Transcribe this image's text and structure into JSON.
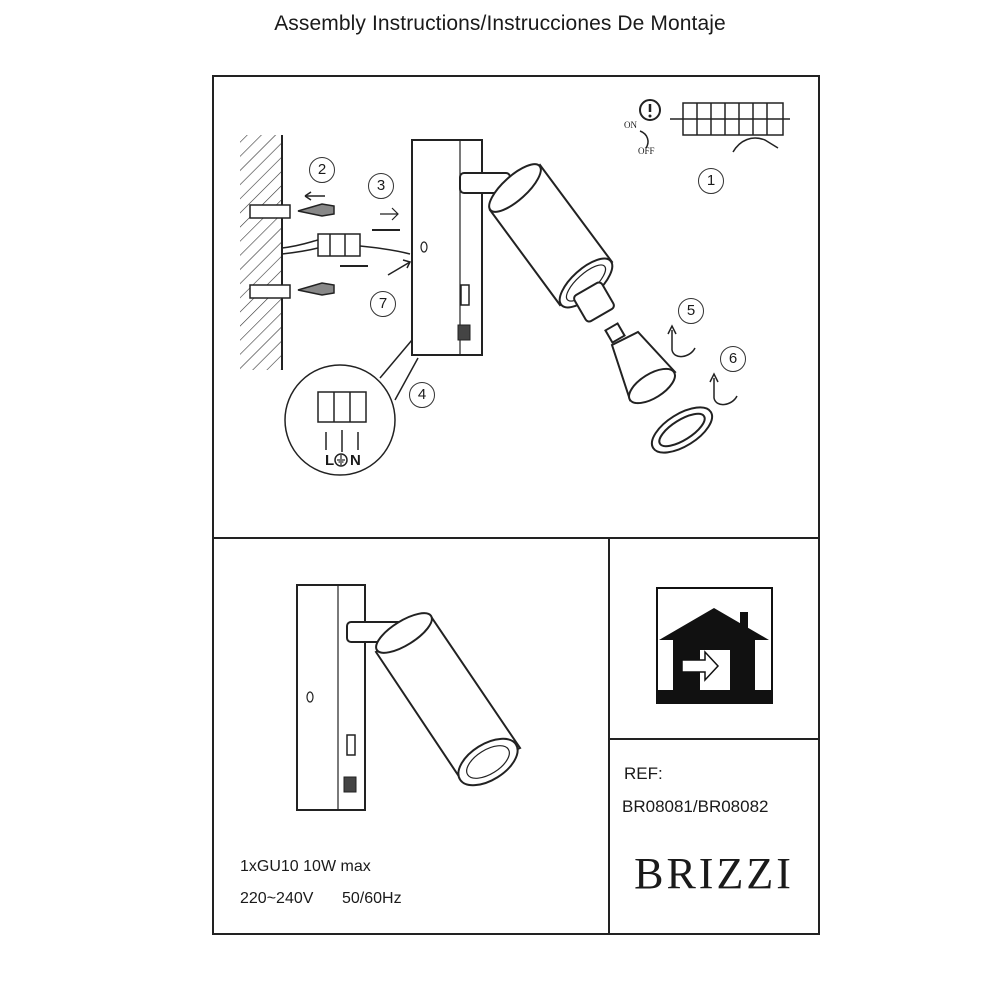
{
  "header": {
    "title": "Assembly Instructions/Instrucciones De Montaje"
  },
  "steps": [
    "1",
    "2",
    "3",
    "4",
    "5",
    "6",
    "7"
  ],
  "switch_labels": {
    "on": "ON",
    "off": "OFF"
  },
  "terminal_labels": {
    "live": "L",
    "neutral": "N"
  },
  "specs": {
    "lamp": "1xGU10 10W max",
    "voltage": "220~240V",
    "frequency": "50/60Hz"
  },
  "reference": {
    "label": "REF:",
    "codes": "BR08081/BR08082"
  },
  "brand": "BRIZZI",
  "icons": [
    "warning-icon",
    "indoor-use-house-icon",
    "earth-ground-icon"
  ]
}
